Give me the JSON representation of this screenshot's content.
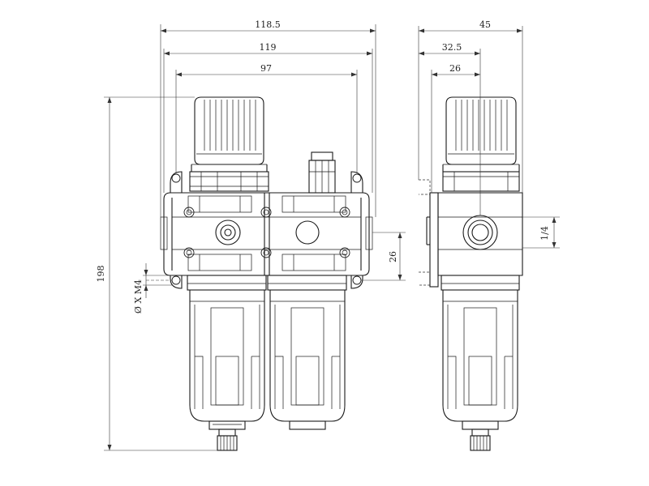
{
  "dimensions": {
    "width_overall": "118.5",
    "width_body": "119",
    "mount_spacing": "97",
    "height_overall": "198",
    "port_offset": "26",
    "mount_thread": "Ø X M4",
    "side_depth": "45",
    "side_offset_1": "32.5",
    "side_offset_2": "26",
    "port_size": "1/4"
  }
}
